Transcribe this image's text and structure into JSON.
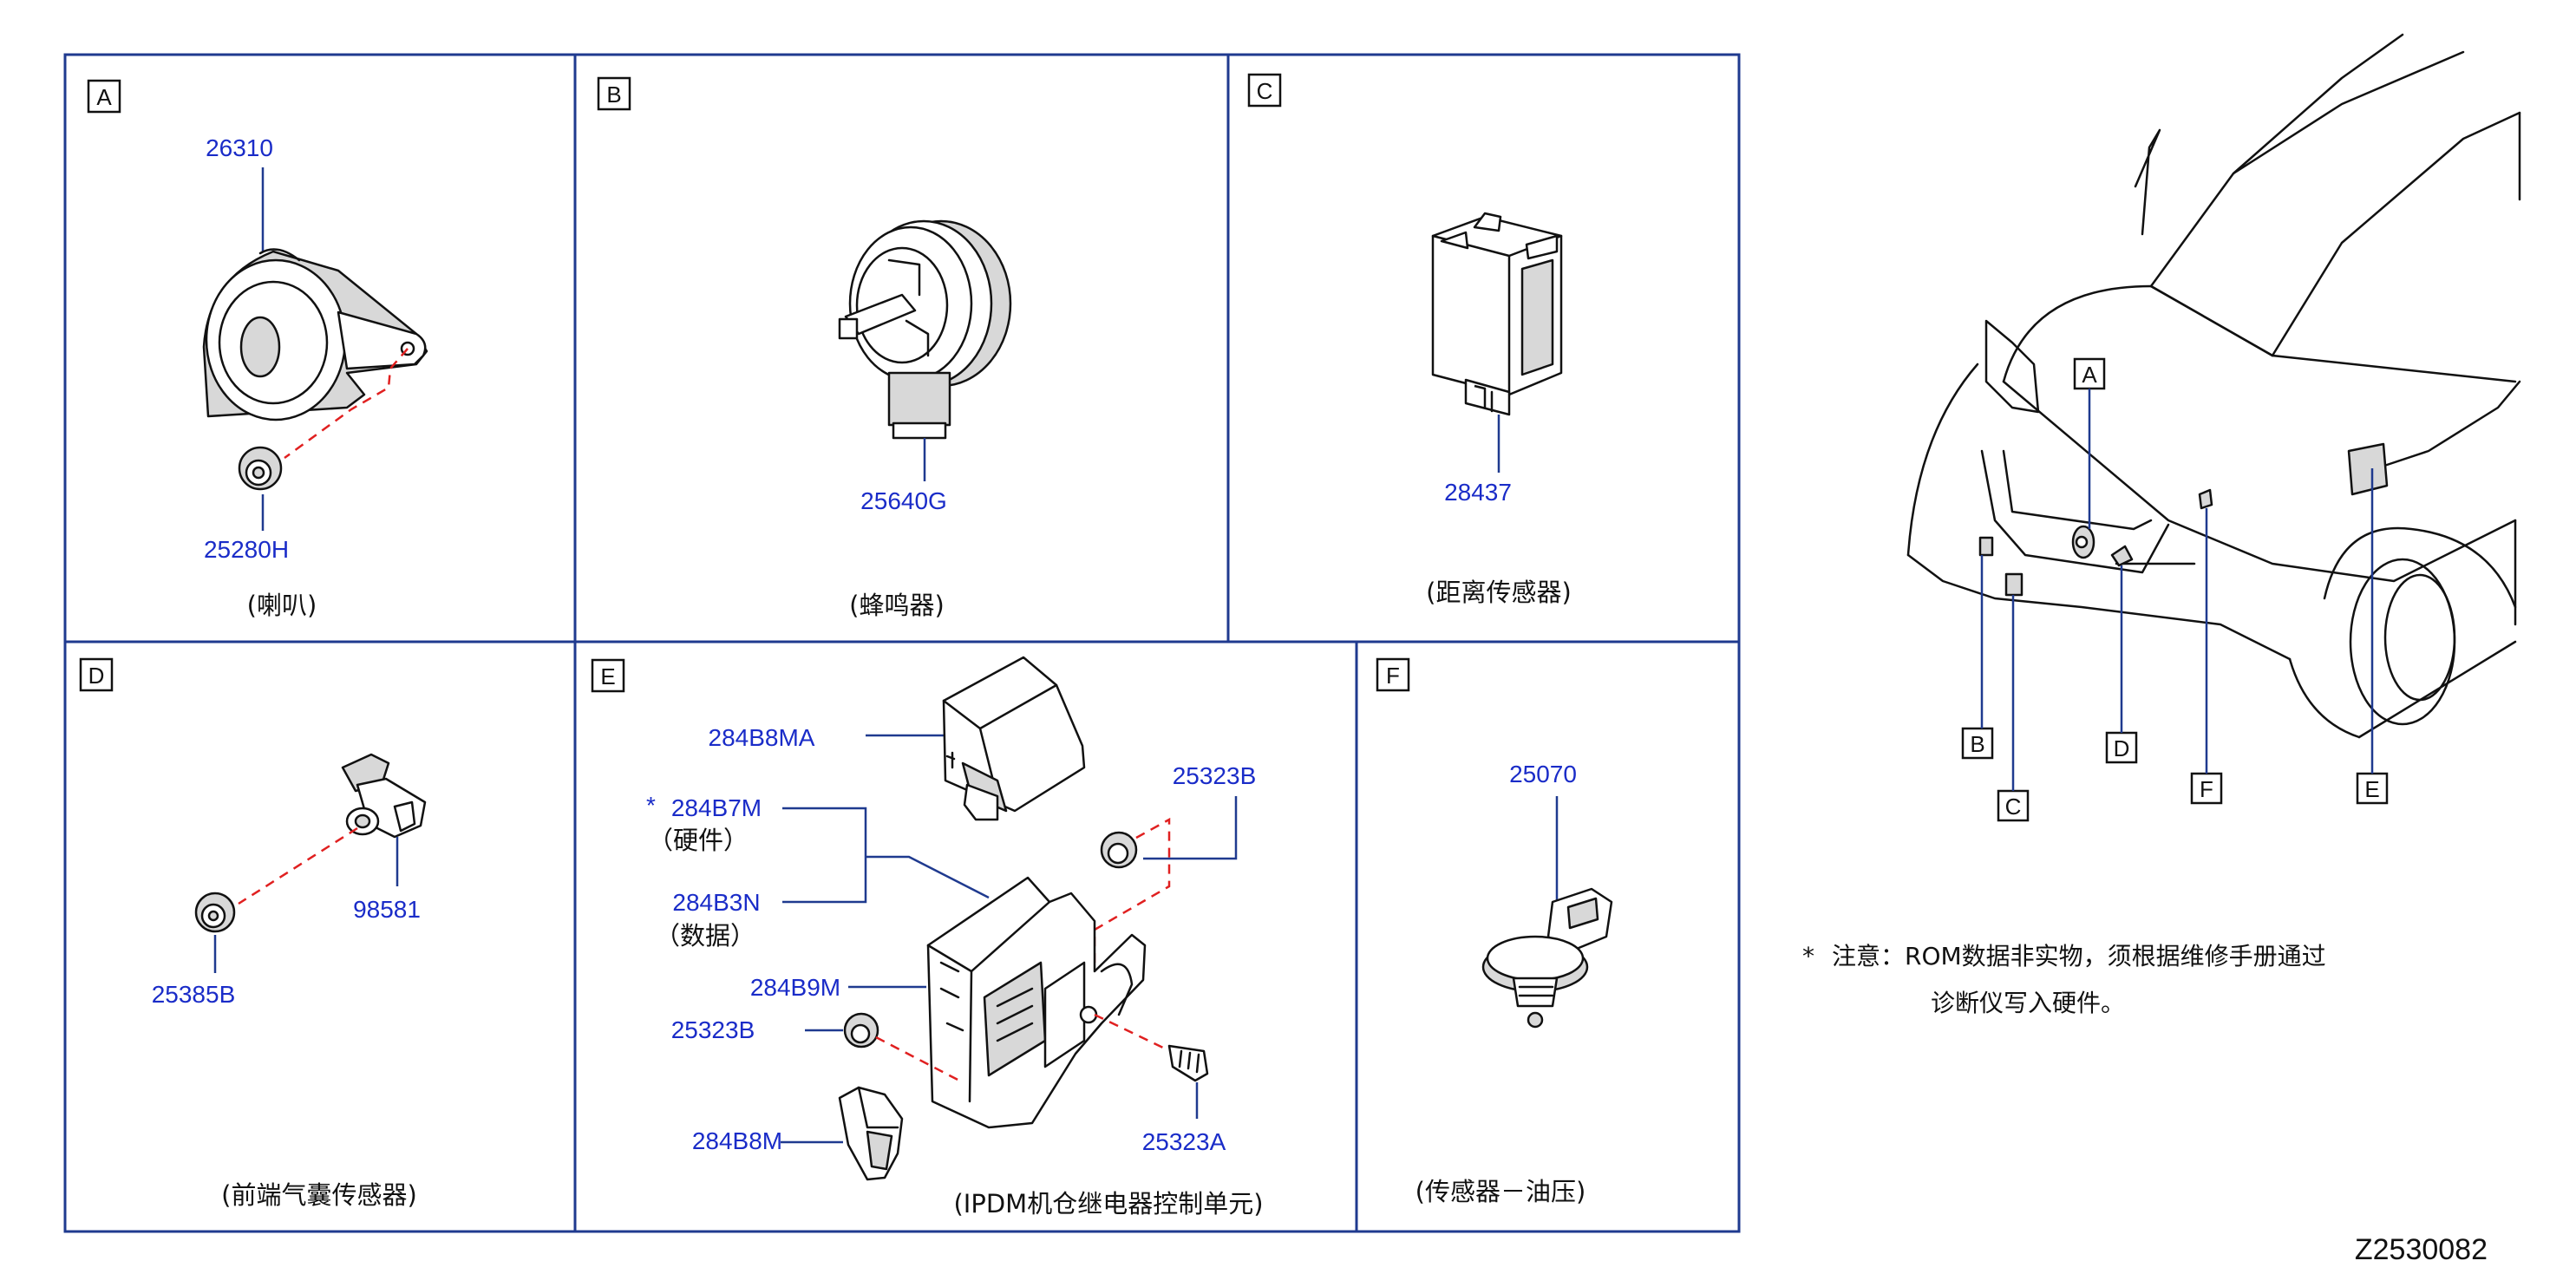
{
  "panels": {
    "A": {
      "letter": "A",
      "parts": [
        "26310",
        "25280H"
      ],
      "caption": "(喇叭)"
    },
    "B": {
      "letter": "B",
      "parts": [
        "25640G"
      ],
      "caption": "(蜂鸣器)"
    },
    "C": {
      "letter": "C",
      "parts": [
        "28437"
      ],
      "caption": "(距离传感器)"
    },
    "D": {
      "letter": "D",
      "parts": [
        "98581",
        "25385B"
      ],
      "caption": "(前端气囊传感器)"
    },
    "E": {
      "letter": "E",
      "parts": [
        "284B8MA",
        "284B7M",
        "284B3N",
        "25323B",
        "284B9M",
        "25323B",
        "284B8M",
        "25323A"
      ],
      "asterisk": "*",
      "sub_hw": "（硬件）",
      "sub_data": "（数据）",
      "caption": "(IPDM机仓继电器控制单元)"
    },
    "F": {
      "letter": "F",
      "parts": [
        "25070"
      ],
      "caption": "(传感器－油压)"
    }
  },
  "vehicle_callouts": [
    "A",
    "B",
    "C",
    "D",
    "E",
    "F"
  ],
  "note": {
    "mark": "*",
    "line1": "注意：ROM数据非实物，须根据维修手册通过",
    "line2": "诊断仪写入硬件。"
  },
  "diagram_code": "Z2530082",
  "colors": {
    "frame": "#1f3a8f",
    "part_number": "#1a2cc8",
    "dashed": "#e02020"
  }
}
